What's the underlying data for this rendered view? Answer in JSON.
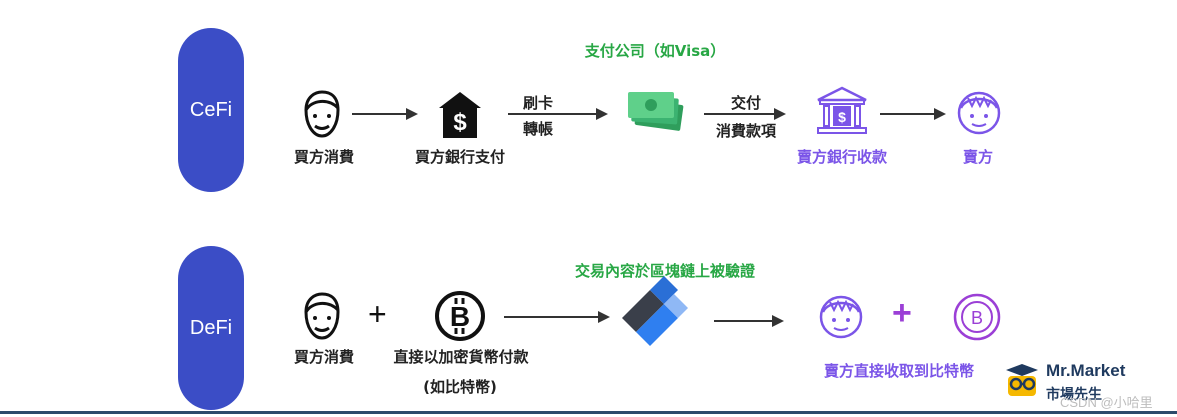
{
  "cefi": {
    "tag": "CeFi",
    "buyer": "買方消費",
    "buyer_bank": "買方銀行支付",
    "step1_line1": "刷卡",
    "step1_line2": "轉帳",
    "payment_company": "支付公司（如Visa）",
    "step2_line1": "交付",
    "step2_line2": "消費款項",
    "seller_bank": "賣方銀行收款",
    "seller": "賣方"
  },
  "defi": {
    "tag": "DeFi",
    "buyer": "買方消費",
    "plus": "+",
    "crypto_pay": "直接以加密貨幣付款",
    "crypto_example": "(如比特幣)",
    "blockchain_note": "交易內容於區塊鏈上被驗證",
    "seller_receive": "賣方直接收取到比特幣",
    "plus2": "+"
  },
  "brand": {
    "name": "Mr.Market",
    "subtitle": "市場先生",
    "watermark": "CSDN @小哈里"
  },
  "colors": {
    "pill": "#3b4dc6",
    "accent_purple": "#7b55e8",
    "accent_green": "#28a745",
    "brand_blue": "#1f3a5f",
    "brand_yellow": "#f5b800"
  }
}
